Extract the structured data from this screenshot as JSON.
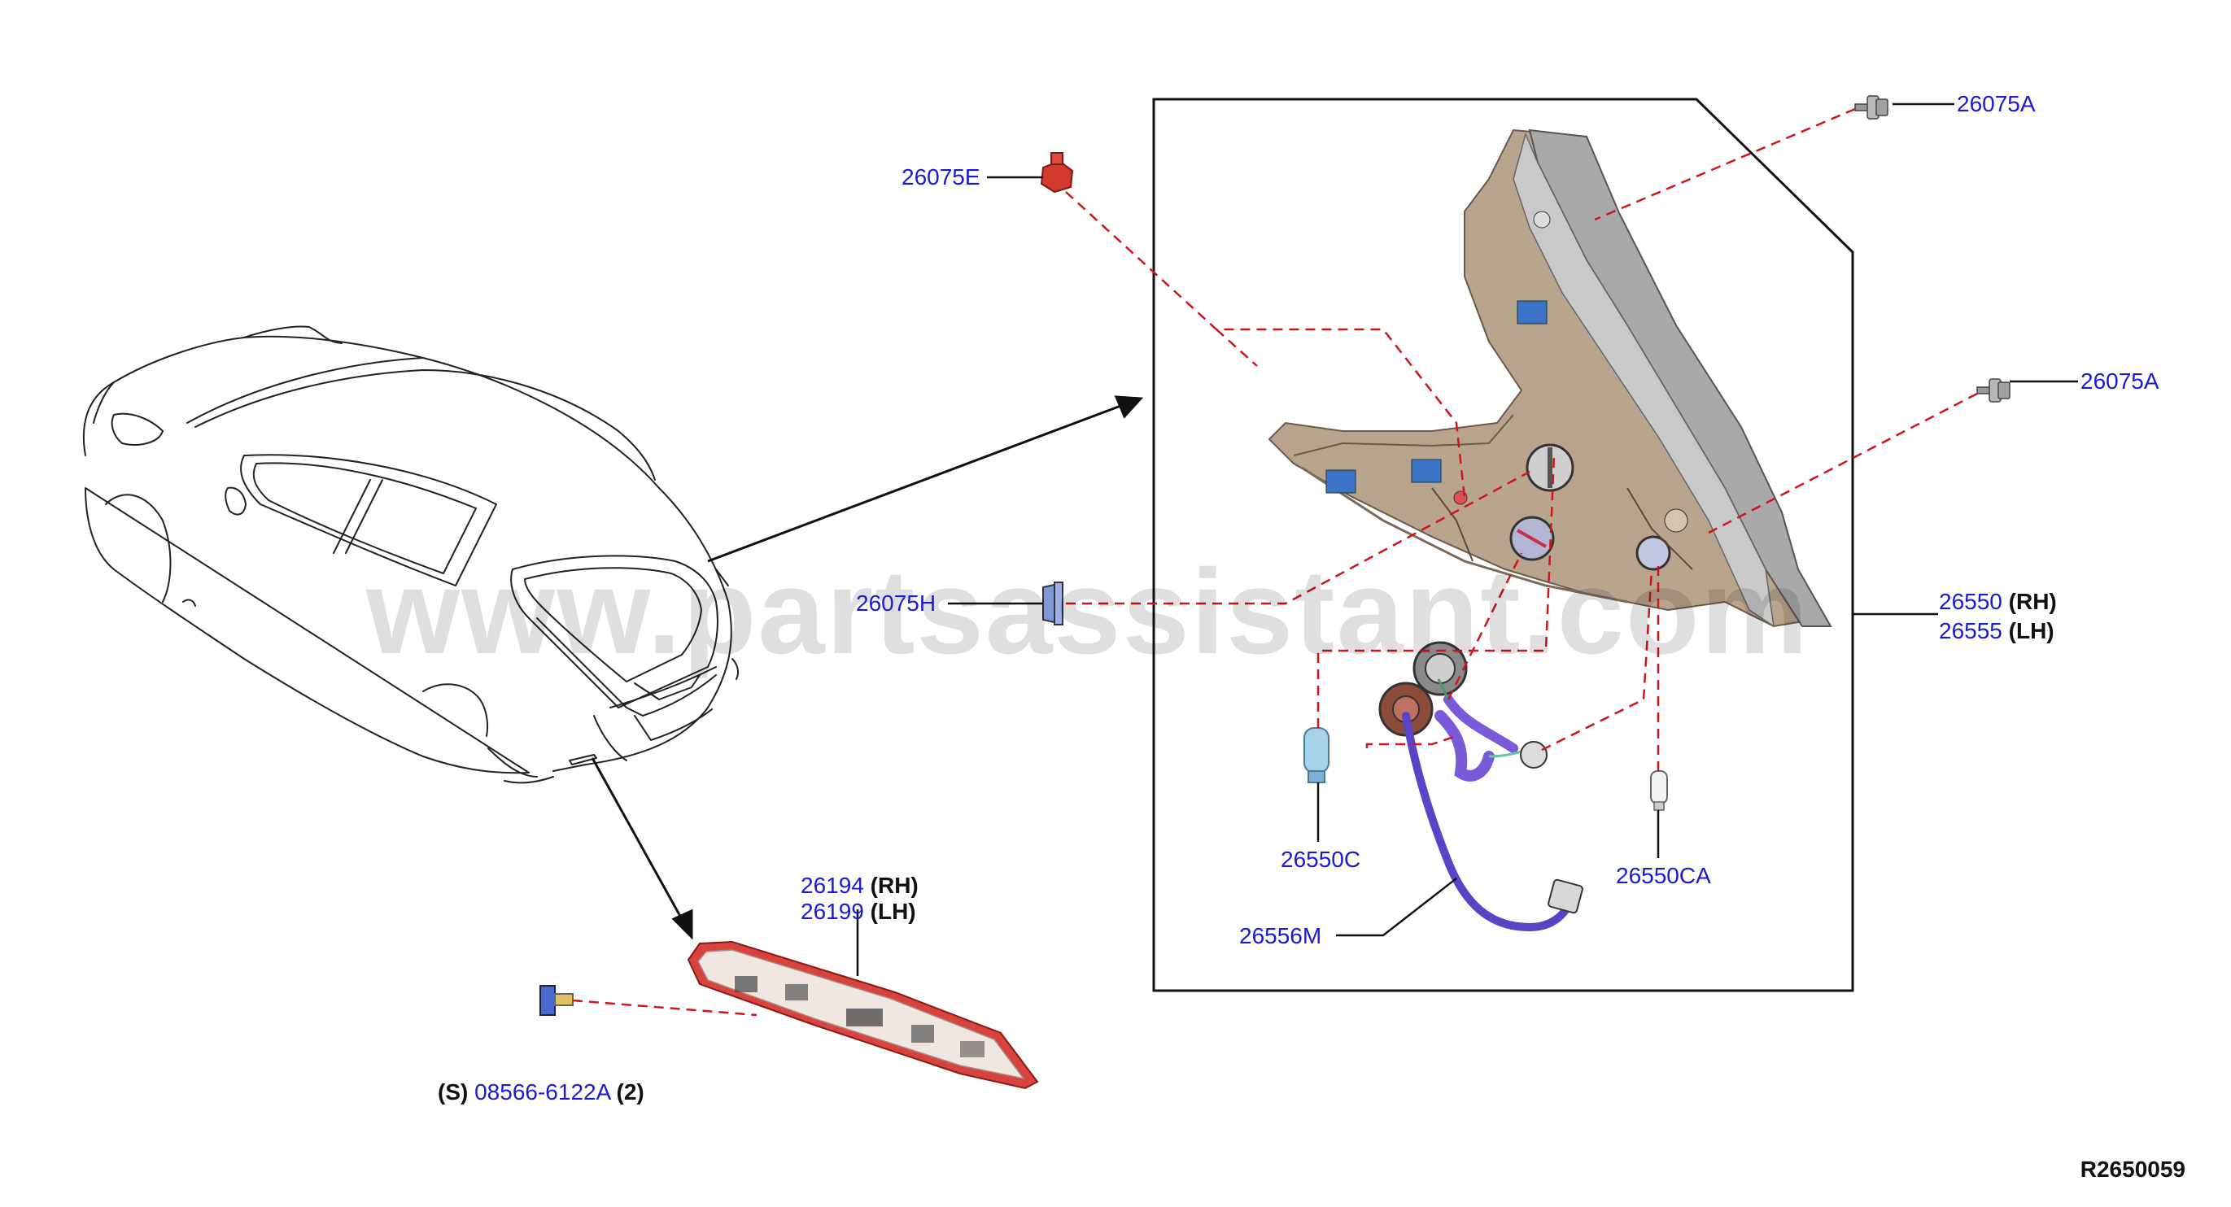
{
  "watermark": "www.partsassistant.com",
  "diagram_code": "R2650059",
  "labels": {
    "p26075A_1": "26075A",
    "p26075A_2": "26075A",
    "p26075E": "26075E",
    "p26075H": "26075H",
    "p26550": "26550",
    "p26550_side": "(RH)",
    "p26555": "26555",
    "p26555_side": "(LH)",
    "p26550C": "26550C",
    "p26550CA": "26550CA",
    "p26556M": "26556M",
    "p26194": "26194",
    "p26194_side": "(RH)",
    "p26199": "26199",
    "p26199_side": "(LH)",
    "s_prefix": "(S)",
    "p08566": "08566-6122A",
    "qty": "(2)"
  },
  "colors": {
    "part_number": "#1a1ad6",
    "leader_dashed": "#d0141c",
    "housing": "#b9a48e",
    "housing_dark": "#8c7a68",
    "frame_gray": "#a9a9a9",
    "harness_purple": "#5a44c6",
    "clip_red": "#d23a2c",
    "clip_blue": "#7f96d8",
    "reflector_red": "#d9433e"
  }
}
